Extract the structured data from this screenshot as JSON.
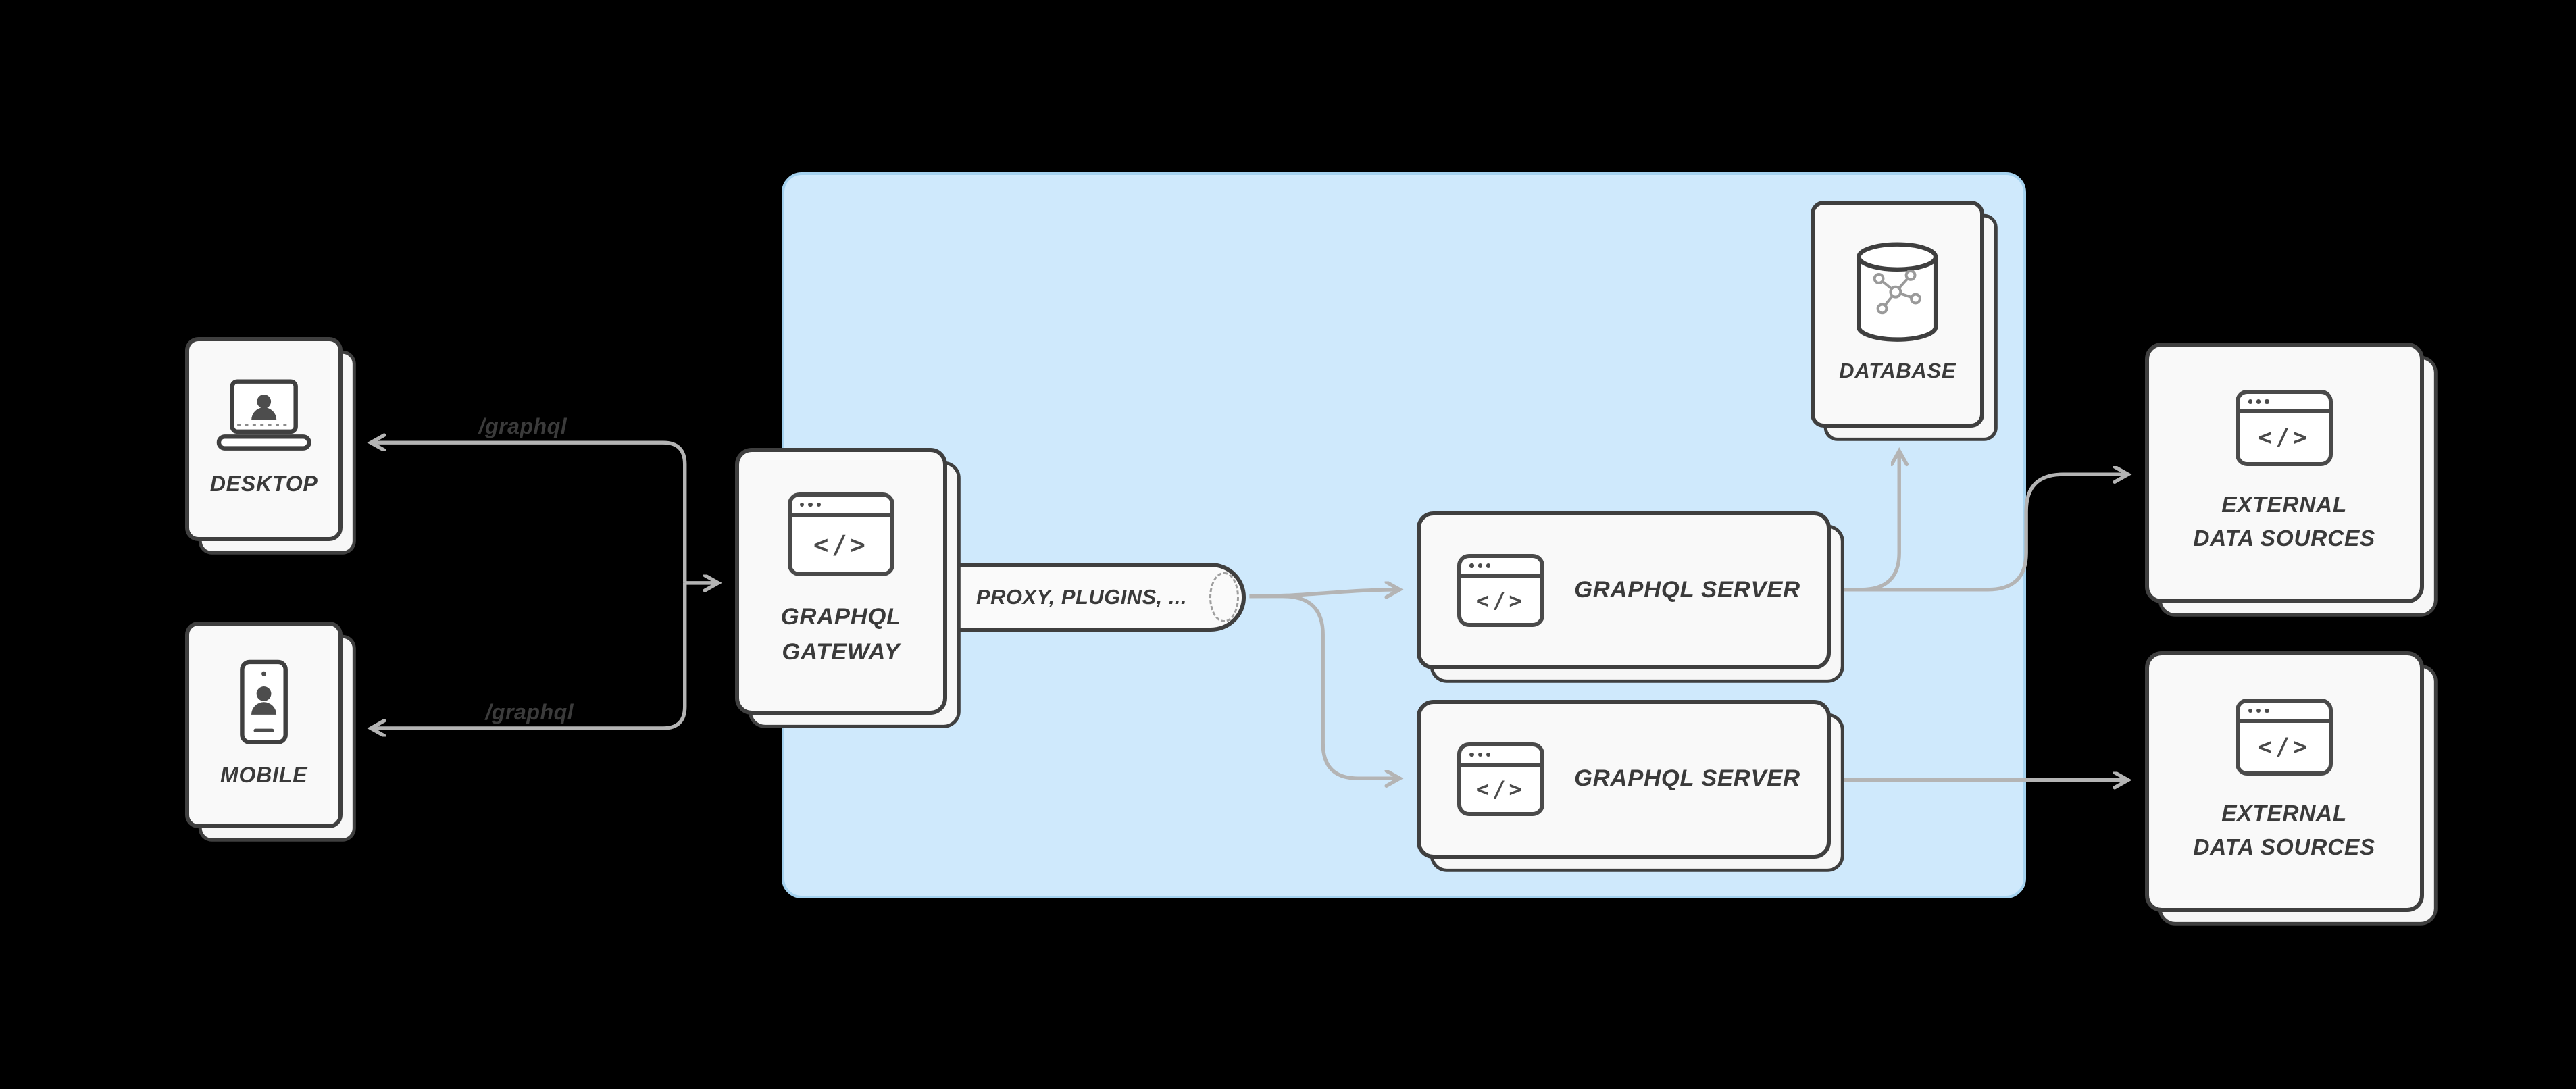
{
  "colors": {
    "background": "#000000",
    "panel_fill": "#cfe9fc",
    "panel_border": "#a5d2ef",
    "card_fill": "#f9f9f9",
    "card_border": "#3f3f3f",
    "arrow": "#b4b4b4",
    "label_text": "#3a3a3a"
  },
  "icons": {
    "code_glyph": "</>"
  },
  "clients": {
    "desktop": {
      "label": "DESKTOP"
    },
    "mobile": {
      "label": "MOBILE"
    }
  },
  "routes": {
    "desktop": "/graphql",
    "mobile": "/graphql"
  },
  "gateway": {
    "label": "GRAPHQL\nGATEWAY"
  },
  "proxy": {
    "label": "PROXY, PLUGINS, ..."
  },
  "servers": [
    {
      "label": "GRAPHQL SERVER"
    },
    {
      "label": "GRAPHQL SERVER"
    }
  ],
  "database": {
    "label": "DATABASE"
  },
  "external_sources": [
    {
      "label": "EXTERNAL\nDATA SOURCES"
    },
    {
      "label": "EXTERNAL\nDATA SOURCES"
    }
  ]
}
